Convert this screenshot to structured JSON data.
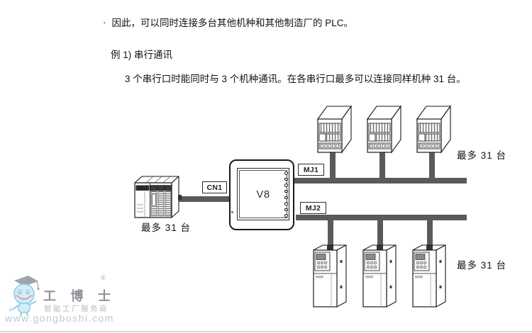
{
  "intro": {
    "bullet": "·",
    "line1": "因此，可以同时连接多台其他机种和其他制造厂的 PLC。",
    "example_title": "例 1) 串行通讯",
    "example_desc": "3 个串行口时能同时与 3 个机种通讯。在各串行口最多可以连接同样机种 31 台。"
  },
  "diagram": {
    "hmi_label": "V8",
    "port_cn1": "CN1",
    "port_mj1": "MJ1",
    "port_mj2": "MJ2",
    "left_count_label": "最多 31 台",
    "top_count_label": "最多 31 台",
    "bottom_count_label": "最多 31 台",
    "colors": {
      "cable": "#5a5a5a",
      "outline": "#1a1a1a"
    }
  },
  "watermark": {
    "brand": "工 博 士",
    "reg": "®",
    "tagline": "智能工厂服务商",
    "url": "www.gongboshi.com",
    "colors": {
      "mascot_fill": "#cfeaf6",
      "mascot_stroke": "#7fc8e4",
      "brand_text": "#8d9298",
      "muted_text": "#b6bcc2"
    }
  }
}
